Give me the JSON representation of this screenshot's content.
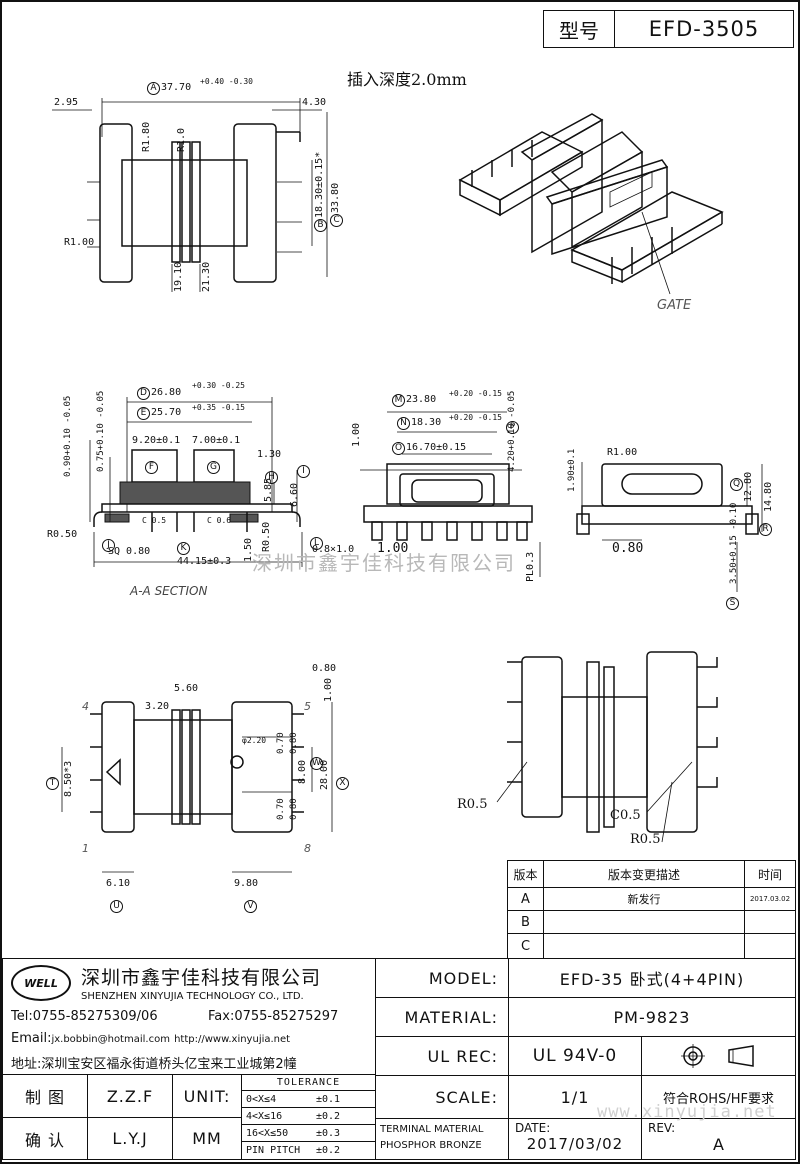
{
  "header": {
    "type_label": "型号",
    "model_code": "EFD-3505"
  },
  "insert_depth": "插入深度2.0mm",
  "view1": {
    "d_a": "37.70",
    "d_a_tol": "+0.40 -0.30",
    "d_left": "2.95",
    "d_right": "4.30",
    "r180": "R1.80",
    "r10": "R1.0",
    "r100": "R1.00",
    "d_b": "18.30±0.15*",
    "d_c": "33.80",
    "d_1910": "19.10",
    "d_2130": "21.30"
  },
  "view_iso": {
    "gate": "GATE"
  },
  "section": {
    "d_d": "26.80",
    "d_d_tol": "+0.30 -0.25",
    "d_e": "25.70",
    "d_e_tol": "+0.35 -0.15",
    "d_f": "9.20±0.1",
    "d_g": "7.00±0.1",
    "d_130": "1.30",
    "d_585": "5.85",
    "d_660": "6.60",
    "d_090": "0.90+0.10 -0.05",
    "d_075": "0.75+0.10 -0.05",
    "d_r050": "R0.50",
    "d_sq": "SQ 0.80",
    "d_c05a": "C 0.5",
    "d_c05b": "C 0.6",
    "d_k": "44.15±0.3",
    "d_150": "1.50",
    "d_r050b": "R0.50",
    "d_08x10": "0.8×1.0",
    "caption": "A-A SECTION",
    "lbl_d": "D",
    "lbl_e": "E",
    "lbl_f": "F",
    "lbl_g": "G",
    "lbl_h": "H",
    "lbl_i": "I",
    "lbl_j": "J",
    "lbl_k": "K",
    "lbl_l": "L"
  },
  "front": {
    "d_m": "23.80",
    "d_m_tol": "+0.20 -0.15",
    "d_n": "18.30",
    "d_n_tol": "+0.20 -0.15",
    "d_o": "16.70±0.15",
    "d_100": "1.00",
    "d_420": "4.20+0.10 -0.05",
    "d_100b": "1.00",
    "d_pl": "PL0.3",
    "lbl_m": "M",
    "lbl_n": "N",
    "lbl_o": "O",
    "lbl_p": "P"
  },
  "side": {
    "d_190": "1.90±0.1",
    "d_r100": "R1.00",
    "d_1280": "12.80",
    "d_1480": "14.80",
    "d_080": "0.80",
    "d_350": "3.50+0.15 -0.10",
    "lbl_q": "Q",
    "lbl_r": "R",
    "lbl_s": "S"
  },
  "bottom": {
    "d_080": "0.80",
    "d_100": "1.00",
    "d_560": "5.60",
    "d_320": "3.20",
    "d_t": "8.50*3",
    "d_820": "φ2.20",
    "d_070a": "0.70",
    "d_080a": "0.80",
    "d_800": "8.00",
    "d_2800": "28.00",
    "d_070b": "0.70",
    "d_080b": "0.80",
    "d_610": "6.10",
    "d_980": "9.80",
    "pin4": "4",
    "pin5": "5",
    "pin1": "1",
    "pin8": "8",
    "lbl_t": "T",
    "lbl_u": "U",
    "lbl_v": "V",
    "lbl_w": "W",
    "lbl_x": "X"
  },
  "view_iso2": {
    "r05a": "R0.5",
    "c05": "C0.5",
    "r05b": "R0.5"
  },
  "revision": {
    "head": [
      "版本",
      "版本变更描述",
      "时间"
    ],
    "rows": [
      {
        "ver": "A",
        "desc": "新发行",
        "date": "2017.03.02"
      },
      {
        "ver": "B",
        "desc": "",
        "date": ""
      },
      {
        "ver": "C",
        "desc": "",
        "date": ""
      }
    ]
  },
  "company": {
    "logo": "WELL",
    "name_cn": "深圳市鑫宇佳科技有限公司",
    "name_en": "SHENZHEN XINYUJIA TECHNOLOGY CO., LTD.",
    "tel": "Tel:0755-85275309/06",
    "fax": "Fax:0755-85275297",
    "email_label": "Email:",
    "email": "jx.bobbin@hotmail.com",
    "web": "http://www.xinyujia.net",
    "address": "地址:深圳宝安区福永街道桥头亿宝来工业城第2幢"
  },
  "title_block": {
    "model_label": "MODEL:",
    "model": "EFD-35 卧式(4+4PIN)",
    "material_label": "MATERIAL:",
    "material": "PM-9823",
    "ulrec_label": "UL REC:",
    "ulrec": "UL 94V-0",
    "scale_label": "SCALE:",
    "scale": "1/1",
    "rohs": "符合ROHS/HF要求",
    "terminal1": "TERMINAL MATERIAL",
    "terminal2": "PHOSPHOR BRONZE",
    "date_label": "DATE:",
    "date": "2017/03/02",
    "rev_label": "REV:",
    "rev": "A"
  },
  "sign_block": {
    "draw_label": "制 图",
    "draw_name": "Z.Z.F",
    "check_label": "确 认",
    "check_name": "L.Y.J",
    "unit_label": "UNIT:",
    "unit": "MM",
    "tolerance_title": "TOLERANCE",
    "tolerance": [
      {
        "range": "0<X≤4",
        "val": "±0.1"
      },
      {
        "range": "4<X≤16",
        "val": "±0.2"
      },
      {
        "range": "16<X≤50",
        "val": "±0.3"
      },
      {
        "range": "PIN PITCH",
        "val": "±0.2"
      }
    ]
  },
  "watermark": "深圳市鑫宇佳科技有限公司",
  "watermark_url": "www.xinyujia.net"
}
